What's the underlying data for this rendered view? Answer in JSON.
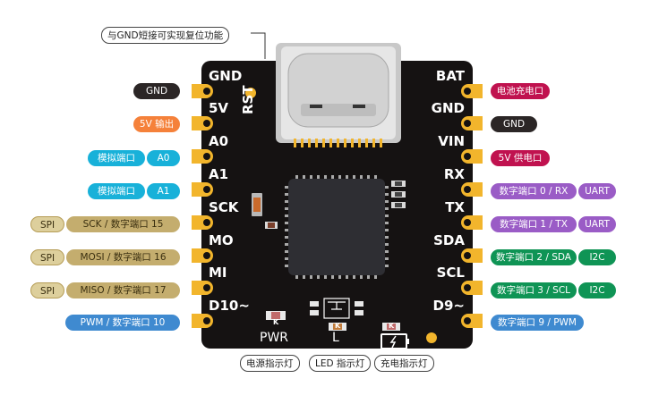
{
  "top_note": "与GND短接可实现复位功能",
  "left_pins": [
    "GND",
    "5V",
    "A0",
    "A1",
    "SCK",
    "MO",
    "MI",
    "D10~"
  ],
  "right_pins": [
    "BAT",
    "GND",
    "VIN",
    "RX",
    "TX",
    "SDA",
    "SCL",
    "D9~"
  ],
  "left_labels": {
    "gnd": "GND",
    "v5": "5V 输出",
    "a0_desc": "模拟端口",
    "a0_tag": "A0",
    "a1_desc": "模拟端口",
    "a1_tag": "A1",
    "sck_tag": "SPI",
    "sck_desc": "SCK / 数字端口 15",
    "mo_tag": "SPI",
    "mo_desc": "MOSI / 数字端口 16",
    "mi_tag": "SPI",
    "mi_desc": "MISO / 数字端口 17",
    "d10_desc": "PWM / 数字端口 10"
  },
  "right_labels": {
    "bat": "电池充电口",
    "gnd": "GND",
    "vin": "5V 供电口",
    "rx_desc": "数字端口 0 / RX",
    "rx_tag": "UART",
    "tx_desc": "数字端口 1 / TX",
    "tx_tag": "UART",
    "sda_desc": "数字端口 2 / SDA",
    "sda_tag": "I2C",
    "scl_desc": "数字端口 3 / SCL",
    "scl_tag": "I2C",
    "d9_desc": "数字端口 9 / PWM"
  },
  "board_text": {
    "rst": "RST",
    "pwr": "PWR",
    "led": "L",
    "k1": "K",
    "k2": "K",
    "k3": "K"
  },
  "captions": {
    "power": "电源指示灯",
    "led": "LED 指示灯",
    "charge": "充电指示灯"
  },
  "colors": {
    "board": "#151212",
    "pad": "#f2b52c",
    "chip": "#2e2e33"
  }
}
